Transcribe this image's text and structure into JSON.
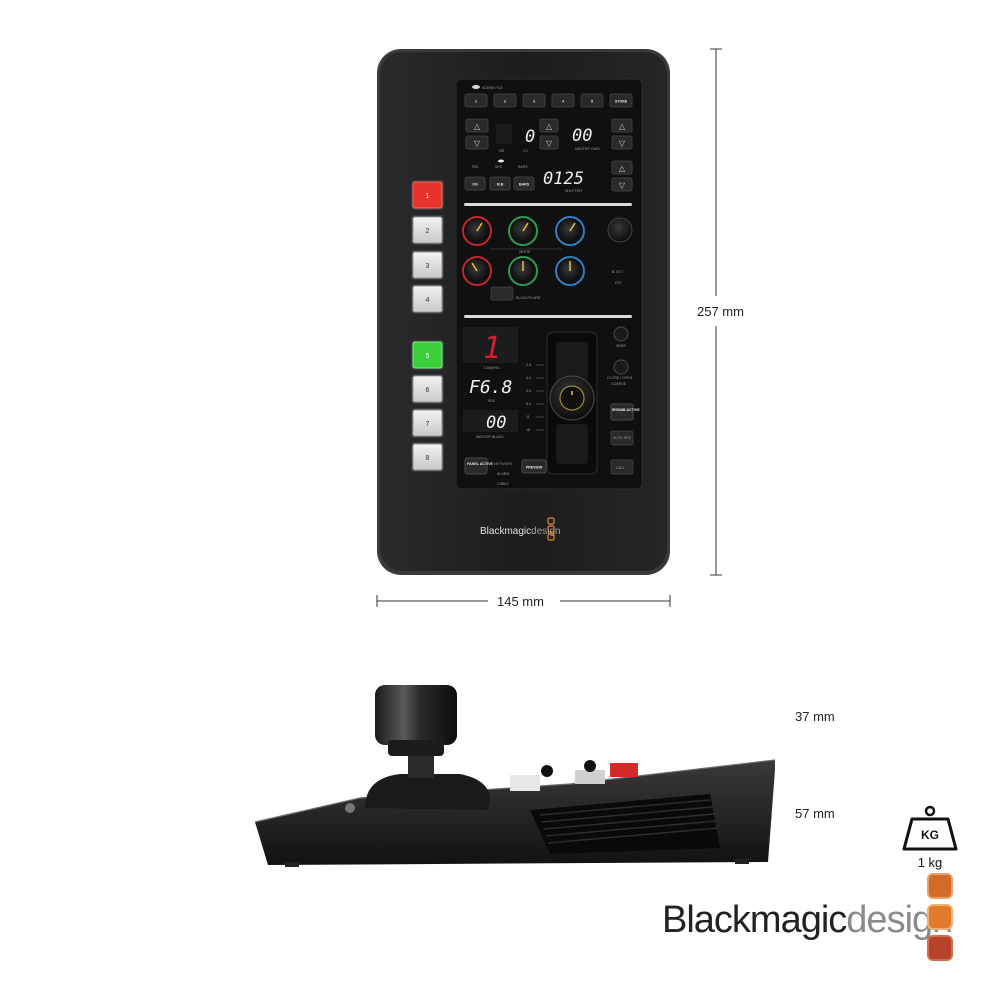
{
  "dimensions": {
    "height_top": "257 mm",
    "width_top": "145 mm",
    "height_upper": "37 mm",
    "height_lower": "57 mm"
  },
  "weight": {
    "unit_badge": "KG",
    "value": "1 kg"
  },
  "brand": {
    "name_part1": "Blackmagic",
    "name_part2": "design",
    "colors": {
      "tile1": "#d26b2a",
      "tile2": "#e07a2c",
      "tile3": "#b8432a"
    }
  },
  "panel": {
    "scene_file_label": "SCENE FILE",
    "scene_buttons": [
      "1",
      "2",
      "3",
      "4",
      "5"
    ],
    "store_label": "STORE",
    "nd_label": "ND",
    "cc_label": "CC",
    "cc_value": "0",
    "master_gain_label": "MASTER GAIN",
    "master_gain_value": "00",
    "shutter_label": "SHUTTER",
    "shutter_value": "0125",
    "toggle_labels": [
      "ON",
      "M.B",
      "BARS"
    ],
    "indicator_labels": [
      "REL",
      "SKS",
      "BARS"
    ],
    "white_label": "WHITE",
    "black_flare_label": "BLACK/FLARE",
    "ext_labels": [
      "B. EXT",
      "EXT"
    ],
    "camera_label": "CAMERA",
    "camera_value": "1",
    "iris_label": "IRIS",
    "iris_value": "F6.8",
    "master_black_label": "MASTER BLACK",
    "master_black_value": "00",
    "panel_active_label": "PANEL ACTIVE",
    "network_label": "NETWORK",
    "alarm_label": "ALARM",
    "cable_label": "CABLE",
    "preview_label": "PREVIEW",
    "sens_label": "SENS",
    "close_open_label": "CLOSE / OPEN",
    "coarse_label": "COARSE",
    "iris_mb_active_label": "IRIS/MB ACTIVE",
    "auto_iris_label": "AUTO IRIS",
    "call_label": "CALL",
    "scale_marks": [
      "2.8",
      "4.0",
      "5.6",
      "8.0",
      "11",
      "16"
    ],
    "camera_buttons": [
      "1",
      "2",
      "3",
      "4",
      "5",
      "6",
      "7",
      "8"
    ]
  }
}
